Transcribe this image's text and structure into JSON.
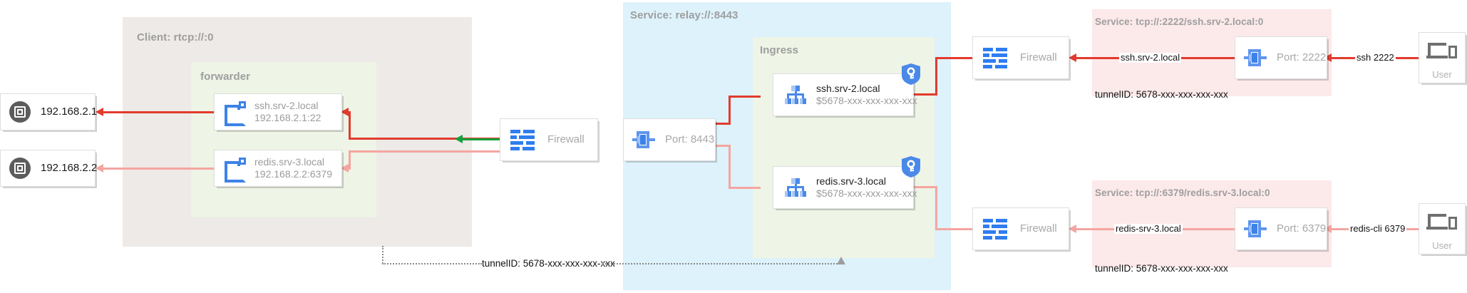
{
  "groups": {
    "client": "Client: rtcp://:0",
    "forwarder": "forwarder",
    "relay": "Service: relay://:8443",
    "ingress": "Ingress",
    "ssh_service": "Service: tcp://:2222/ssh.srv-2.local:0",
    "redis_service": "Service: tcp://:6379/redis.srv-3.local:0"
  },
  "hosts": [
    {
      "name": "192.168.2.1",
      "icon": "cpu-icon"
    },
    {
      "name": "192.168.2.2",
      "icon": "cpu-icon"
    }
  ],
  "forwarder_nodes": [
    {
      "title": "ssh.srv-2.local",
      "subtitle": "192.168.2.1:22",
      "icon": "container-icon"
    },
    {
      "title": "redis.srv-3.local",
      "subtitle": "192.168.2.2:6379",
      "icon": "container-icon"
    }
  ],
  "ingress_nodes": [
    {
      "title": "ssh.srv-2.local",
      "subtitle": "$5678-xxx-xxx-xxx-xxx",
      "icon": "service-tree-icon",
      "badge": "key-shield-icon"
    },
    {
      "title": "redis.srv-3.local",
      "subtitle": "$5678-xxx-xxx-xxx-xxx",
      "icon": "service-tree-icon",
      "badge": "key-shield-icon"
    }
  ],
  "firewalls": [
    {
      "label": "Firewall",
      "icon": "firewall-icon"
    },
    {
      "label": "Firewall",
      "icon": "firewall-icon"
    },
    {
      "label": "Firewall",
      "icon": "firewall-icon"
    }
  ],
  "ports": [
    {
      "label": "Port: 8443",
      "icon": "port-icon"
    },
    {
      "label": "Port: 2222",
      "icon": "port-icon"
    },
    {
      "label": "Port: 6379",
      "icon": "port-icon"
    }
  ],
  "users": [
    {
      "label": "User",
      "icon": "laptop-phone-icon"
    },
    {
      "label": "User",
      "icon": "laptop-phone-icon"
    }
  ],
  "edge_labels": {
    "ssh_host": "ssh.srv-2.local",
    "ssh_cmd": "ssh 2222",
    "redis_host": "redis-srv-3.local",
    "redis_cmd": "redis-cli 6379"
  },
  "tunnels": {
    "ssh": "tunnelID: 5678-xxx-xxx-xxx-xxx",
    "redis": "tunnelID: 5678-xxx-xxx-xxx-xxx",
    "client": "tunnelID: 5678-xxx-xxx-xxx-xxx"
  },
  "colors": {
    "flow_active": "#e23b2e",
    "flow_idle": "#f5a5a0",
    "flow_allow": "#14a03c",
    "client_bg": "#edeae7",
    "forwarder_bg": "#eef4e6",
    "relay_bg": "#ddf2fb",
    "service_bg": "#fce9ea",
    "accent_blue": "#3d82e8"
  }
}
